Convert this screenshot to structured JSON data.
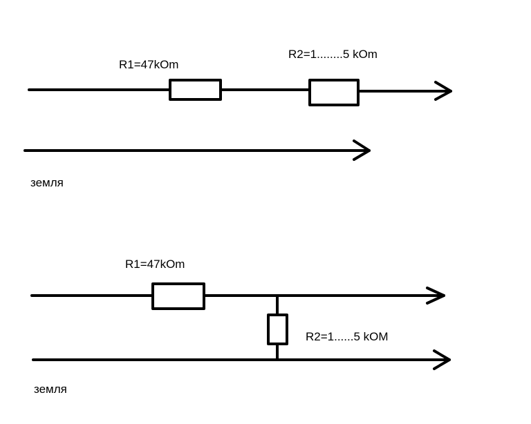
{
  "colors": {
    "wire": "#000000",
    "background": "#ffffff"
  },
  "diagram_top": {
    "r1_label": "R1=47kOm",
    "r2_label": "R2=1........5 kOm",
    "ground_label": "земля"
  },
  "diagram_bottom": {
    "r1_label": "R1=47kOm",
    "r2_label": "R2=1......5 kOM",
    "ground_label": "земля"
  }
}
